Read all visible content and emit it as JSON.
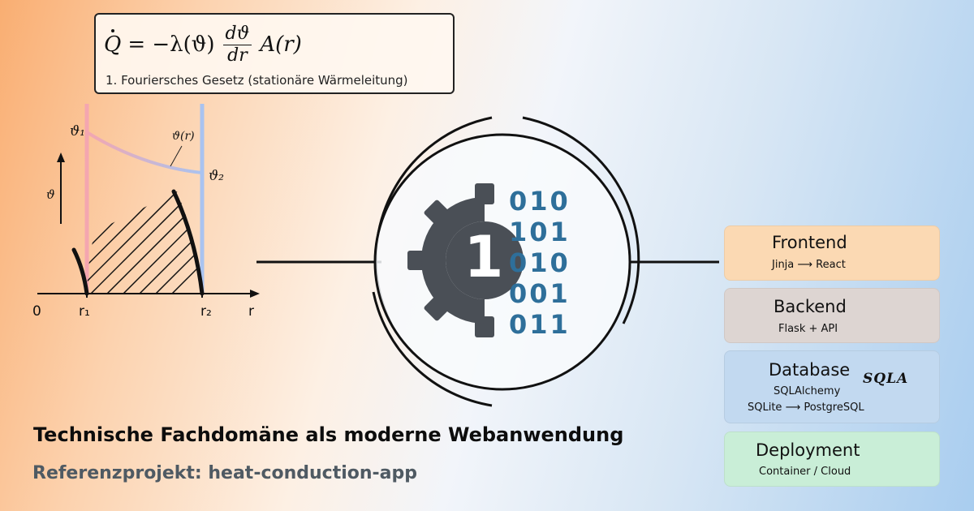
{
  "formula": {
    "q": "Q",
    "eq": "= −λ(ϑ)",
    "num": "dϑ",
    "den": "dr",
    "rhs": "A(r)",
    "caption": "1. Fouriersches Gesetz (stationäre Wärmeleitung)"
  },
  "plot": {
    "theta1": "ϑ₁",
    "theta2": "ϑ₂",
    "theta_r": "ϑ(r)",
    "theta_axis": "ϑ",
    "x_zero": "0",
    "r1": "r₁",
    "r2": "r₂",
    "r_axis": "r"
  },
  "hub": {
    "gear_digit": "1",
    "binary": [
      "010",
      "101",
      "010",
      "001",
      "011"
    ]
  },
  "headline": "Technische Fachdomäne als moderne Webanwendung",
  "subline": "Referenzprojekt: heat-conduction-app",
  "stack": {
    "frontend": {
      "title": "Frontend",
      "sub": "Jinja ⟶ React",
      "color": "#fbd9b3"
    },
    "backend": {
      "title": "Backend",
      "sub": "Flask + API",
      "color": "#ddd5d2"
    },
    "database": {
      "title": "Database",
      "sub1": "SQLAlchemy",
      "sub2": "SQLite ⟶ PostgreSQL",
      "logo_text": "SQLA",
      "color": "#c2d9f0"
    },
    "deployment": {
      "title": "Deployment",
      "sub": "Container / Cloud",
      "color": "#c9eed7"
    }
  },
  "icons": {
    "frontend": [
      "torii-icon",
      "react-icon"
    ],
    "backend": [
      "flask-horn-icon"
    ],
    "database": [
      "sqlalchemy-logo",
      "database-cylinder-icon"
    ],
    "deployment": [
      "container-seal-icon",
      "docker-whale-icon"
    ]
  }
}
